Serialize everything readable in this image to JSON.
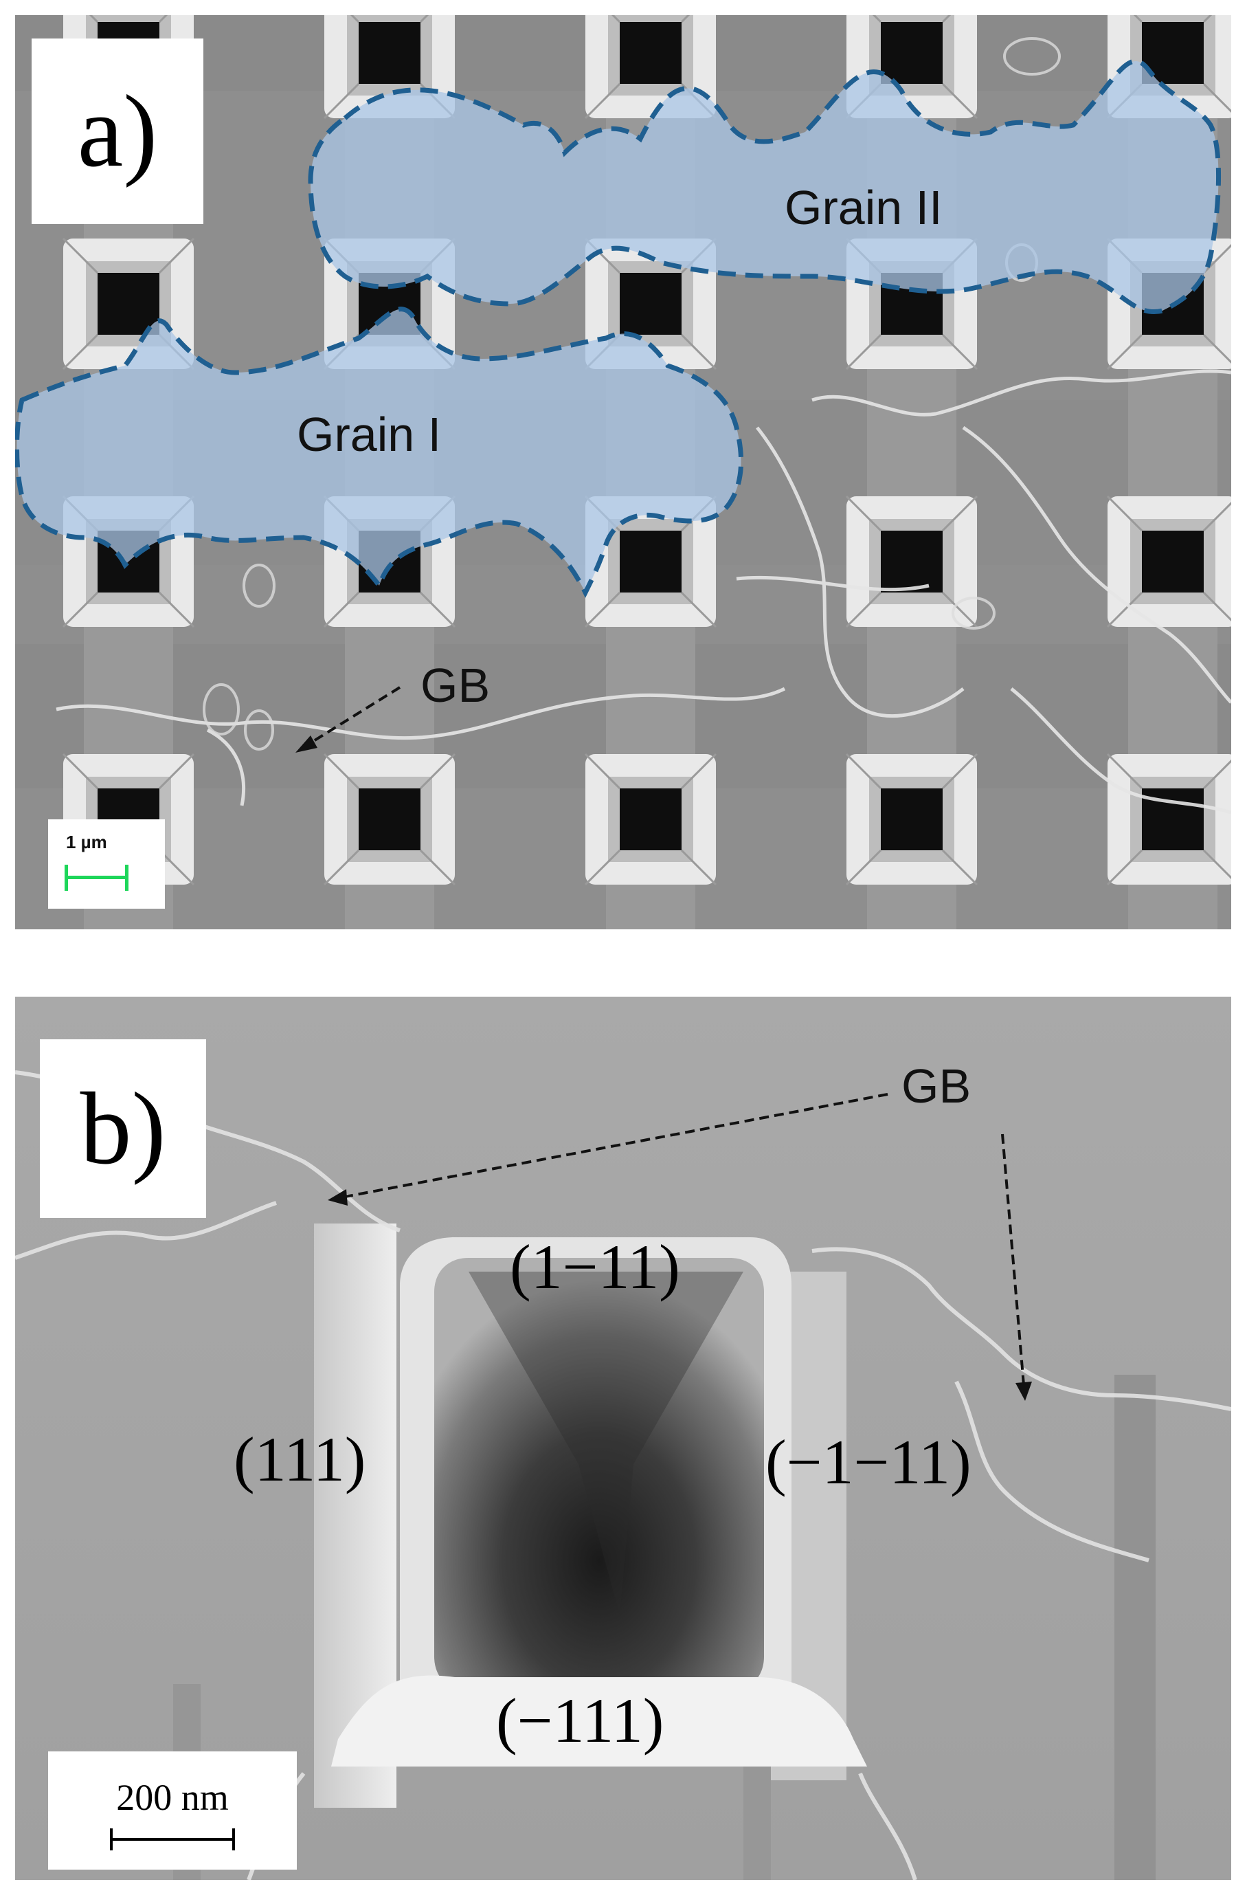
{
  "panel_a": {
    "label": "a)",
    "grain_1": "Grain I",
    "grain_2": "Grain II",
    "gb_label": "GB",
    "scale_bar": "1 µm",
    "overlay_color": "#a9c6e6",
    "outline_color": "#1f5f91",
    "scale_color": "#1ed65a"
  },
  "panel_b": {
    "label": "b)",
    "gb_label": "GB",
    "facets": {
      "top": "(1−11)",
      "left": "(111)",
      "right": "(−1−11)",
      "bottom": "(−111)"
    },
    "scale_bar": "200 nm"
  }
}
